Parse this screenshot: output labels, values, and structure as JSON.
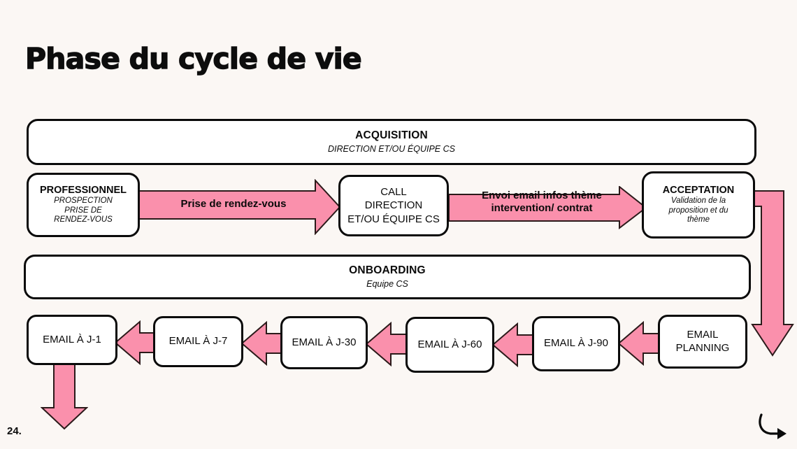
{
  "slide": {
    "title": "Phase du cycle de vie",
    "page_number": "24.",
    "background_color": "#FBF7F4",
    "accent_color": "#FA90AC",
    "outline_color": "#0A0A0A"
  },
  "banners": [
    {
      "name": "acquisition",
      "title": "ACQUISITION",
      "subtitle": "DIRECTION ET/OU ÉQUIPE CS"
    },
    {
      "name": "onboarding",
      "title": "ONBOARDING",
      "subtitle": "Equipe CS"
    }
  ],
  "stages": {
    "professionnel": {
      "title": "PROFESSIONNEL",
      "sub_line_1": "PROSPECTION",
      "sub_line_2": "PRISE DE",
      "sub_line_3": "RENDEZ-VOUS"
    },
    "call": {
      "line_1": "CALL",
      "line_2": "DIRECTION",
      "line_3": "ET/OU ÉQUIPE CS"
    },
    "acceptation": {
      "title": "ACCEPTATION",
      "sub_line_1": "Validation de la",
      "sub_line_2": "proposition et du",
      "sub_line_3": "thème"
    }
  },
  "arrow_labels": {
    "prise_de_rdv": "Prise de rendez-vous",
    "envoi_email_line_1": "Envoi email infos thème",
    "envoi_email_line_2": "intervention/ contrat"
  },
  "email_sequence": [
    {
      "line_1": "EMAIL À J-1",
      "line_2": ""
    },
    {
      "line_1": "EMAIL À J-7",
      "line_2": ""
    },
    {
      "line_1": "EMAIL À J-30",
      "line_2": ""
    },
    {
      "line_1": "EMAIL À J-60",
      "line_2": ""
    },
    {
      "line_1": "EMAIL À J-90",
      "line_2": ""
    },
    {
      "line_1": "EMAIL",
      "line_2": "PLANNING"
    }
  ],
  "icons": {
    "next_slide": "curved-arrow-right-icon"
  }
}
